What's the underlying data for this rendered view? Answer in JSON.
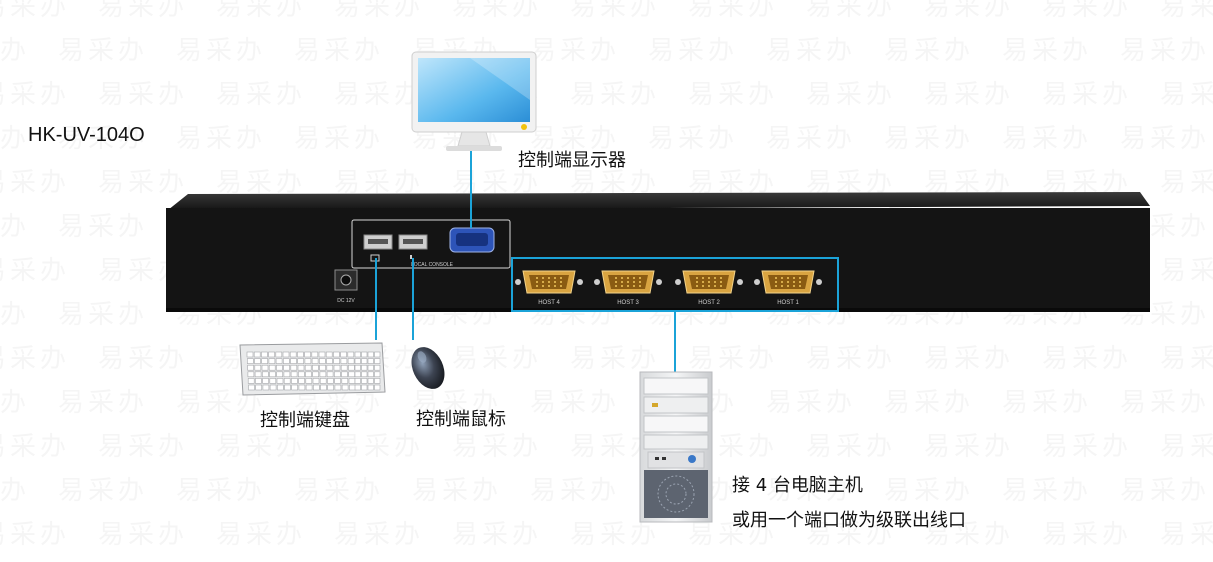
{
  "watermark": "易采办",
  "model": "HK-UV-104O",
  "labels": {
    "monitor": "控制端显示器",
    "keyboard": "控制端键盘",
    "mouse": "控制端鼠标",
    "host_line1": "接 4 台电脑主机",
    "host_line2": "或用一个端口做为级联出线口"
  },
  "device": {
    "console_label": "LOCAL CONSOLE",
    "power_label": "DC 12V",
    "ports": [
      "HOST 4",
      "HOST 3",
      "HOST 2",
      "HOST 1"
    ]
  },
  "colors": {
    "connector_line": "#1ba3d8",
    "chassis": "#141414",
    "db15": "#d9a441",
    "vga": "#2d54b8"
  }
}
